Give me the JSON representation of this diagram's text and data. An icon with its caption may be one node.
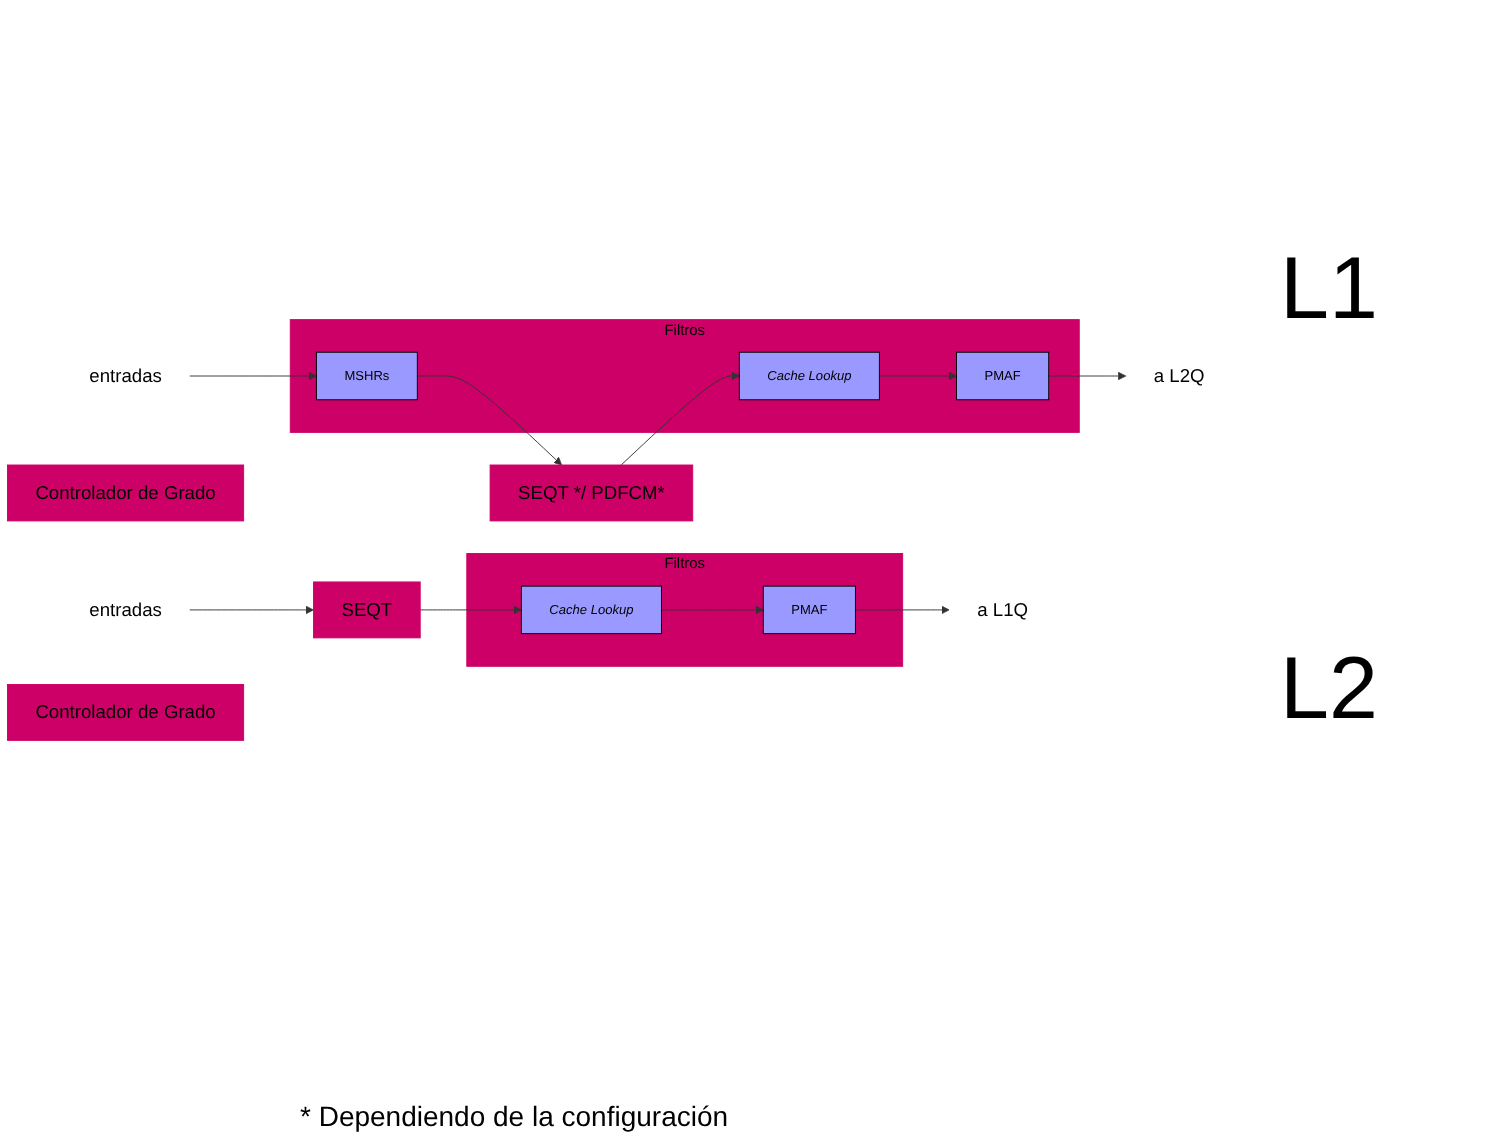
{
  "diagram": {
    "nodes": [
      {
        "text": [
          "Filtros"
        ]
      },
      {
        "text": [
          "Cache Lookup"
        ],
        "in": 0
      },
      {
        "text": [
          "PMAF"
        ],
        "in": 0
      },
      {
        "text": [
          "a L1Q"
        ]
      },
      {
        "text": [
          "entradas"
        ]
      },
      {
        "text": [
          "SEQT"
        ]
      },
      {
        "text": [
          "Controlador de Grado"
        ]
      },
      {
        "text": [
          "Filtros"
        ]
      },
      {
        "text": [
          "entradas"
        ]
      },
      {
        "text": [
          "MSHRs"
        ],
        "in": 7
      },
      {
        "text": [
          "Cache Lookup"
        ],
        "in": 7
      },
      {
        "text": [
          "PMAF"
        ],
        "in": 7
      },
      {
        "text": [
          "a L2Q"
        ]
      },
      {
        "text": [
          "SEQT */ PDFCM*"
        ]
      },
      {
        "text": [
          "Controlador de Grado"
        ]
      }
    ],
    "edges": [
      {
        "from": 1,
        "to": 2,
        "arrow": "to"
      },
      {
        "from": 2,
        "to": 3,
        "arrow": "to"
      },
      {
        "from": 4,
        "to": 5,
        "arrow": "to"
      },
      {
        "from": 5,
        "to": 1,
        "arrow": "to"
      },
      {
        "from": 8,
        "to": 9,
        "arrow": "to"
      },
      {
        "from": 9,
        "to": 13,
        "arrow": "to"
      },
      {
        "from": 13,
        "to": 10,
        "arrow": "to"
      },
      {
        "from": 10,
        "to": 11,
        "arrow": "to"
      },
      {
        "from": 11,
        "to": 12,
        "arrow": "to"
      }
    ],
    "labels": [
      "L1",
      "L2",
      "* Dependiendo de la configuración"
    ]
  }
}
